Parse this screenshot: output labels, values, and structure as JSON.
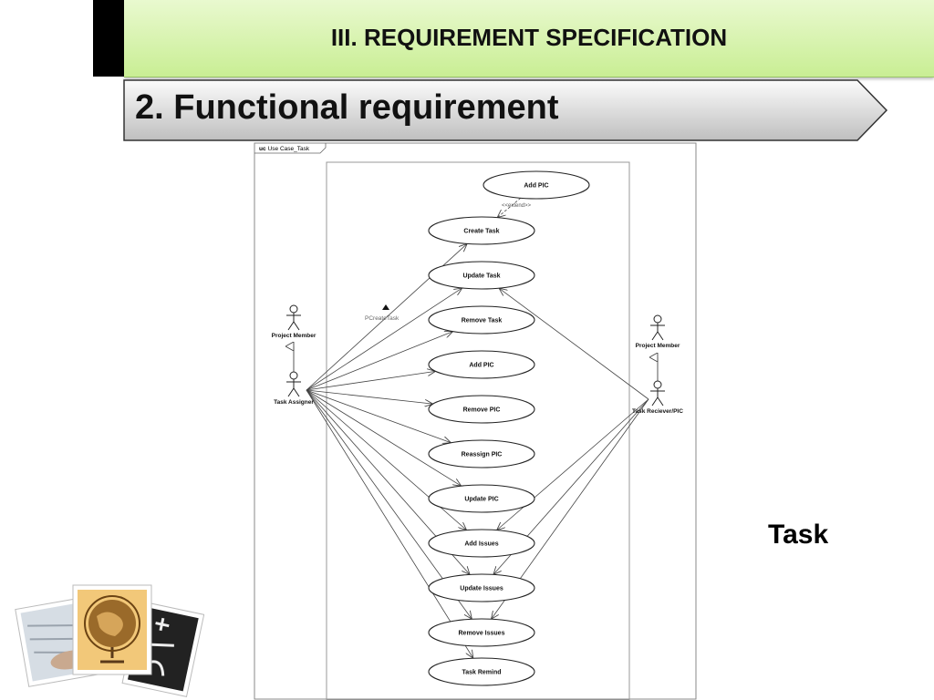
{
  "header": {
    "section_title": "III. REQUIREMENT SPECIFICATION"
  },
  "banner": {
    "title": "2. Functional requirement"
  },
  "diagram": {
    "frame_kind": "uc",
    "frame_name": "Use Case_Task",
    "actors": [
      {
        "id": "pm_left",
        "label": "Project Member"
      },
      {
        "id": "assigner",
        "label": "Task Assigner"
      },
      {
        "id": "pm_right",
        "label": "Project Member"
      },
      {
        "id": "receiver",
        "label": "Task Reciever/PIC"
      }
    ],
    "use_cases": [
      "Add PIC",
      "Create Task",
      "Update Task",
      "Remove Task",
      "Add PIC",
      "Remove PIC",
      "Reassign PIC",
      "Update PIC",
      "Add Issues",
      "Update Issues",
      "Remove Issues",
      "Task Remind"
    ],
    "extend_label": "<<extend>>",
    "constraint_label": "PCreateTask"
  },
  "side_label": "Task",
  "colors": {
    "header_green": "#c9ee94",
    "banner_gray": "#d9d9d9",
    "line": "#444444"
  }
}
